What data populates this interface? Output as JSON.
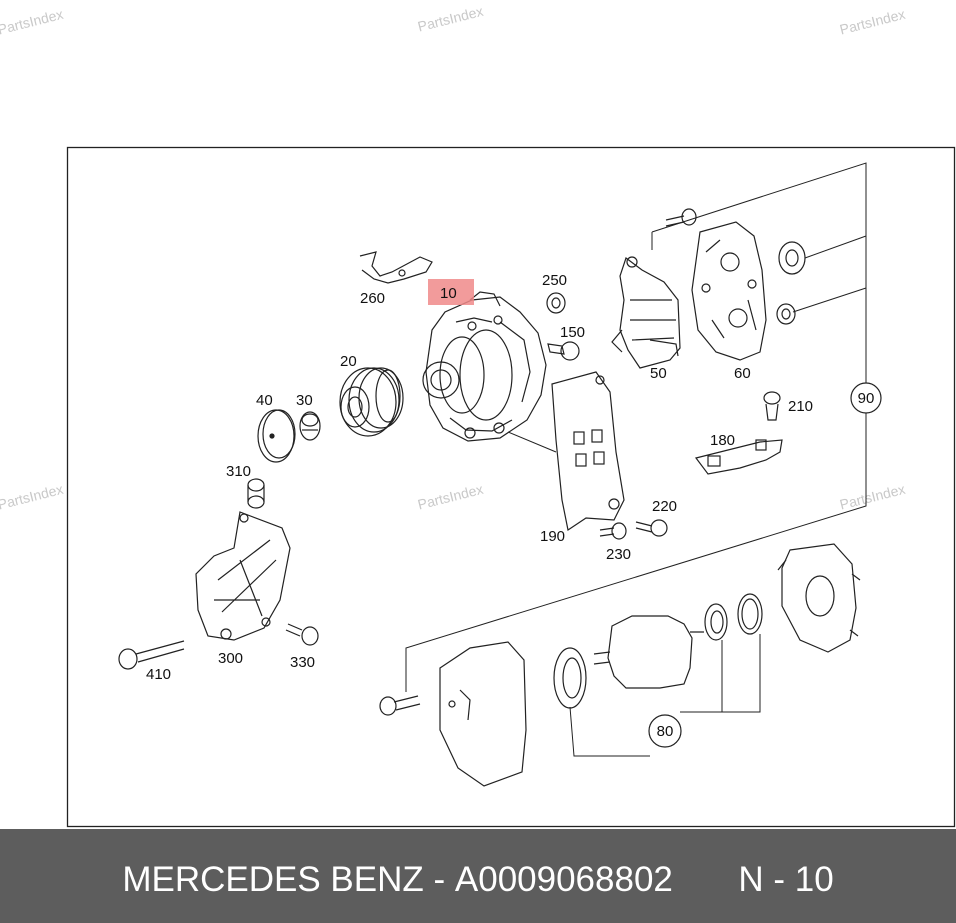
{
  "watermarks": [
    "PartsIndex",
    "PartsIndex",
    "PartsIndex",
    "PartsIndex",
    "PartsIndex",
    "PartsIndex"
  ],
  "callouts": {
    "c10": "10",
    "c20": "20",
    "c30": "30",
    "c40": "40",
    "c50": "50",
    "c60": "60",
    "c80": "80",
    "c90": "90",
    "c150": "150",
    "c180": "180",
    "c190": "190",
    "c210": "210",
    "c220": "220",
    "c230": "230",
    "c250": "250",
    "c260": "260",
    "c300": "300",
    "c310": "310",
    "c330": "330",
    "c410": "410"
  },
  "highlight_color": "#f08a8a",
  "footer": {
    "brand": "MERCEDES BENZ",
    "separator": "-",
    "part_number": "A0009068802",
    "position": "N - 10",
    "background": "#5d5d5d"
  }
}
